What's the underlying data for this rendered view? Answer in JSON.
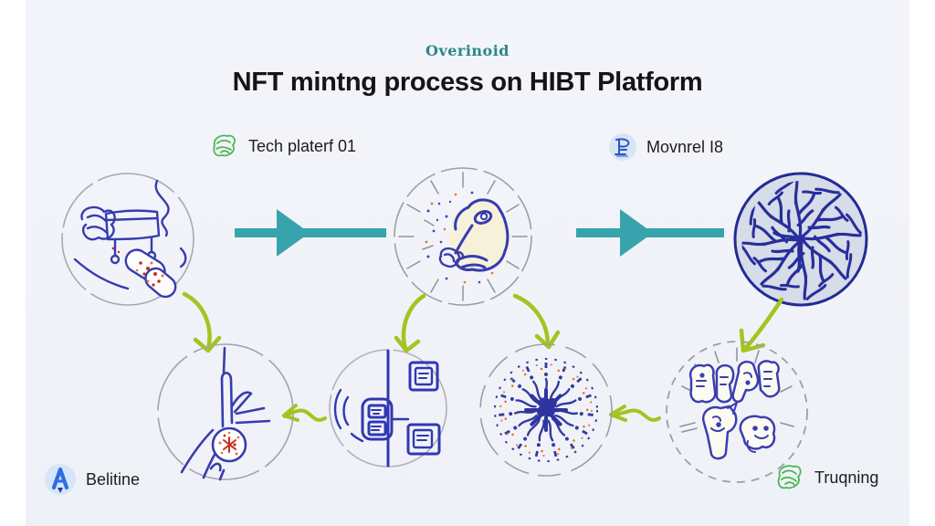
{
  "header": {
    "brand": "Overinoid",
    "title": "NFT mintng process on HIBT Platform"
  },
  "badges": {
    "tech": {
      "label": "Tech platerf 01",
      "icon": "green-scribble-icon"
    },
    "movnrel": {
      "label": "Movnrel I8",
      "icon": "blue-letter-badge-icon"
    },
    "belitine": {
      "label": "Belitine",
      "icon": "blue-a-badge-icon"
    },
    "truqning": {
      "label": "Truqning",
      "icon": "green-scribble-icon"
    }
  },
  "flow": {
    "top_nodes": [
      {
        "icon": "piano-doodle-node"
      },
      {
        "icon": "seated-figure-doodle-node"
      },
      {
        "icon": "vein-pattern-node"
      }
    ],
    "bottom_nodes": [
      {
        "icon": "raised-hand-doodle-node"
      },
      {
        "icon": "circuit-doodle-node"
      },
      {
        "icon": "radial-mandala-doodle-node"
      },
      {
        "icon": "bubble-letters-doodle-node"
      }
    ],
    "arrow_style": {
      "horizontal": "teal-triangle-arrow",
      "curved": "green-hand-drawn-arrow"
    }
  },
  "colors": {
    "accent_teal": "#38a3ac",
    "accent_green": "#a3c51d",
    "sketch_blue": "#373cae",
    "sketch_red": "#cc2d1b",
    "sketch_orange": "#e0762a",
    "panel_bg": "#f2f4f9",
    "brand_teal": "#2b8688",
    "vein_navy": "#272e9c"
  }
}
